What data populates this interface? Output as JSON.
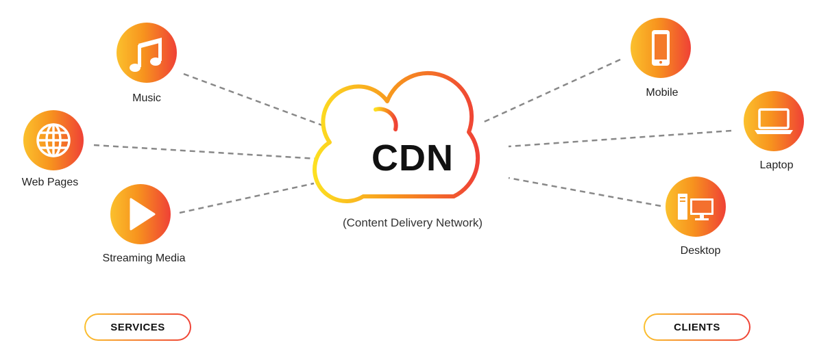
{
  "colors": {
    "gradient_start": "#fbc02d",
    "gradient_mid": "#f7931e",
    "gradient_end": "#ef4136",
    "connector": "#888888"
  },
  "center": {
    "title": "CDN",
    "subtitle": "(Content Delivery Network)",
    "icon": "cloud-icon"
  },
  "services": {
    "label": "SERVICES",
    "items": [
      {
        "label": "Music",
        "icon": "music-note-icon"
      },
      {
        "label": "Web Pages",
        "icon": "globe-icon"
      },
      {
        "label": "Streaming Media",
        "icon": "play-icon"
      }
    ]
  },
  "clients": {
    "label": "CLIENTS",
    "items": [
      {
        "label": "Mobile",
        "icon": "mobile-phone-icon"
      },
      {
        "label": "Laptop",
        "icon": "laptop-icon"
      },
      {
        "label": "Desktop",
        "icon": "desktop-computer-icon"
      }
    ]
  }
}
